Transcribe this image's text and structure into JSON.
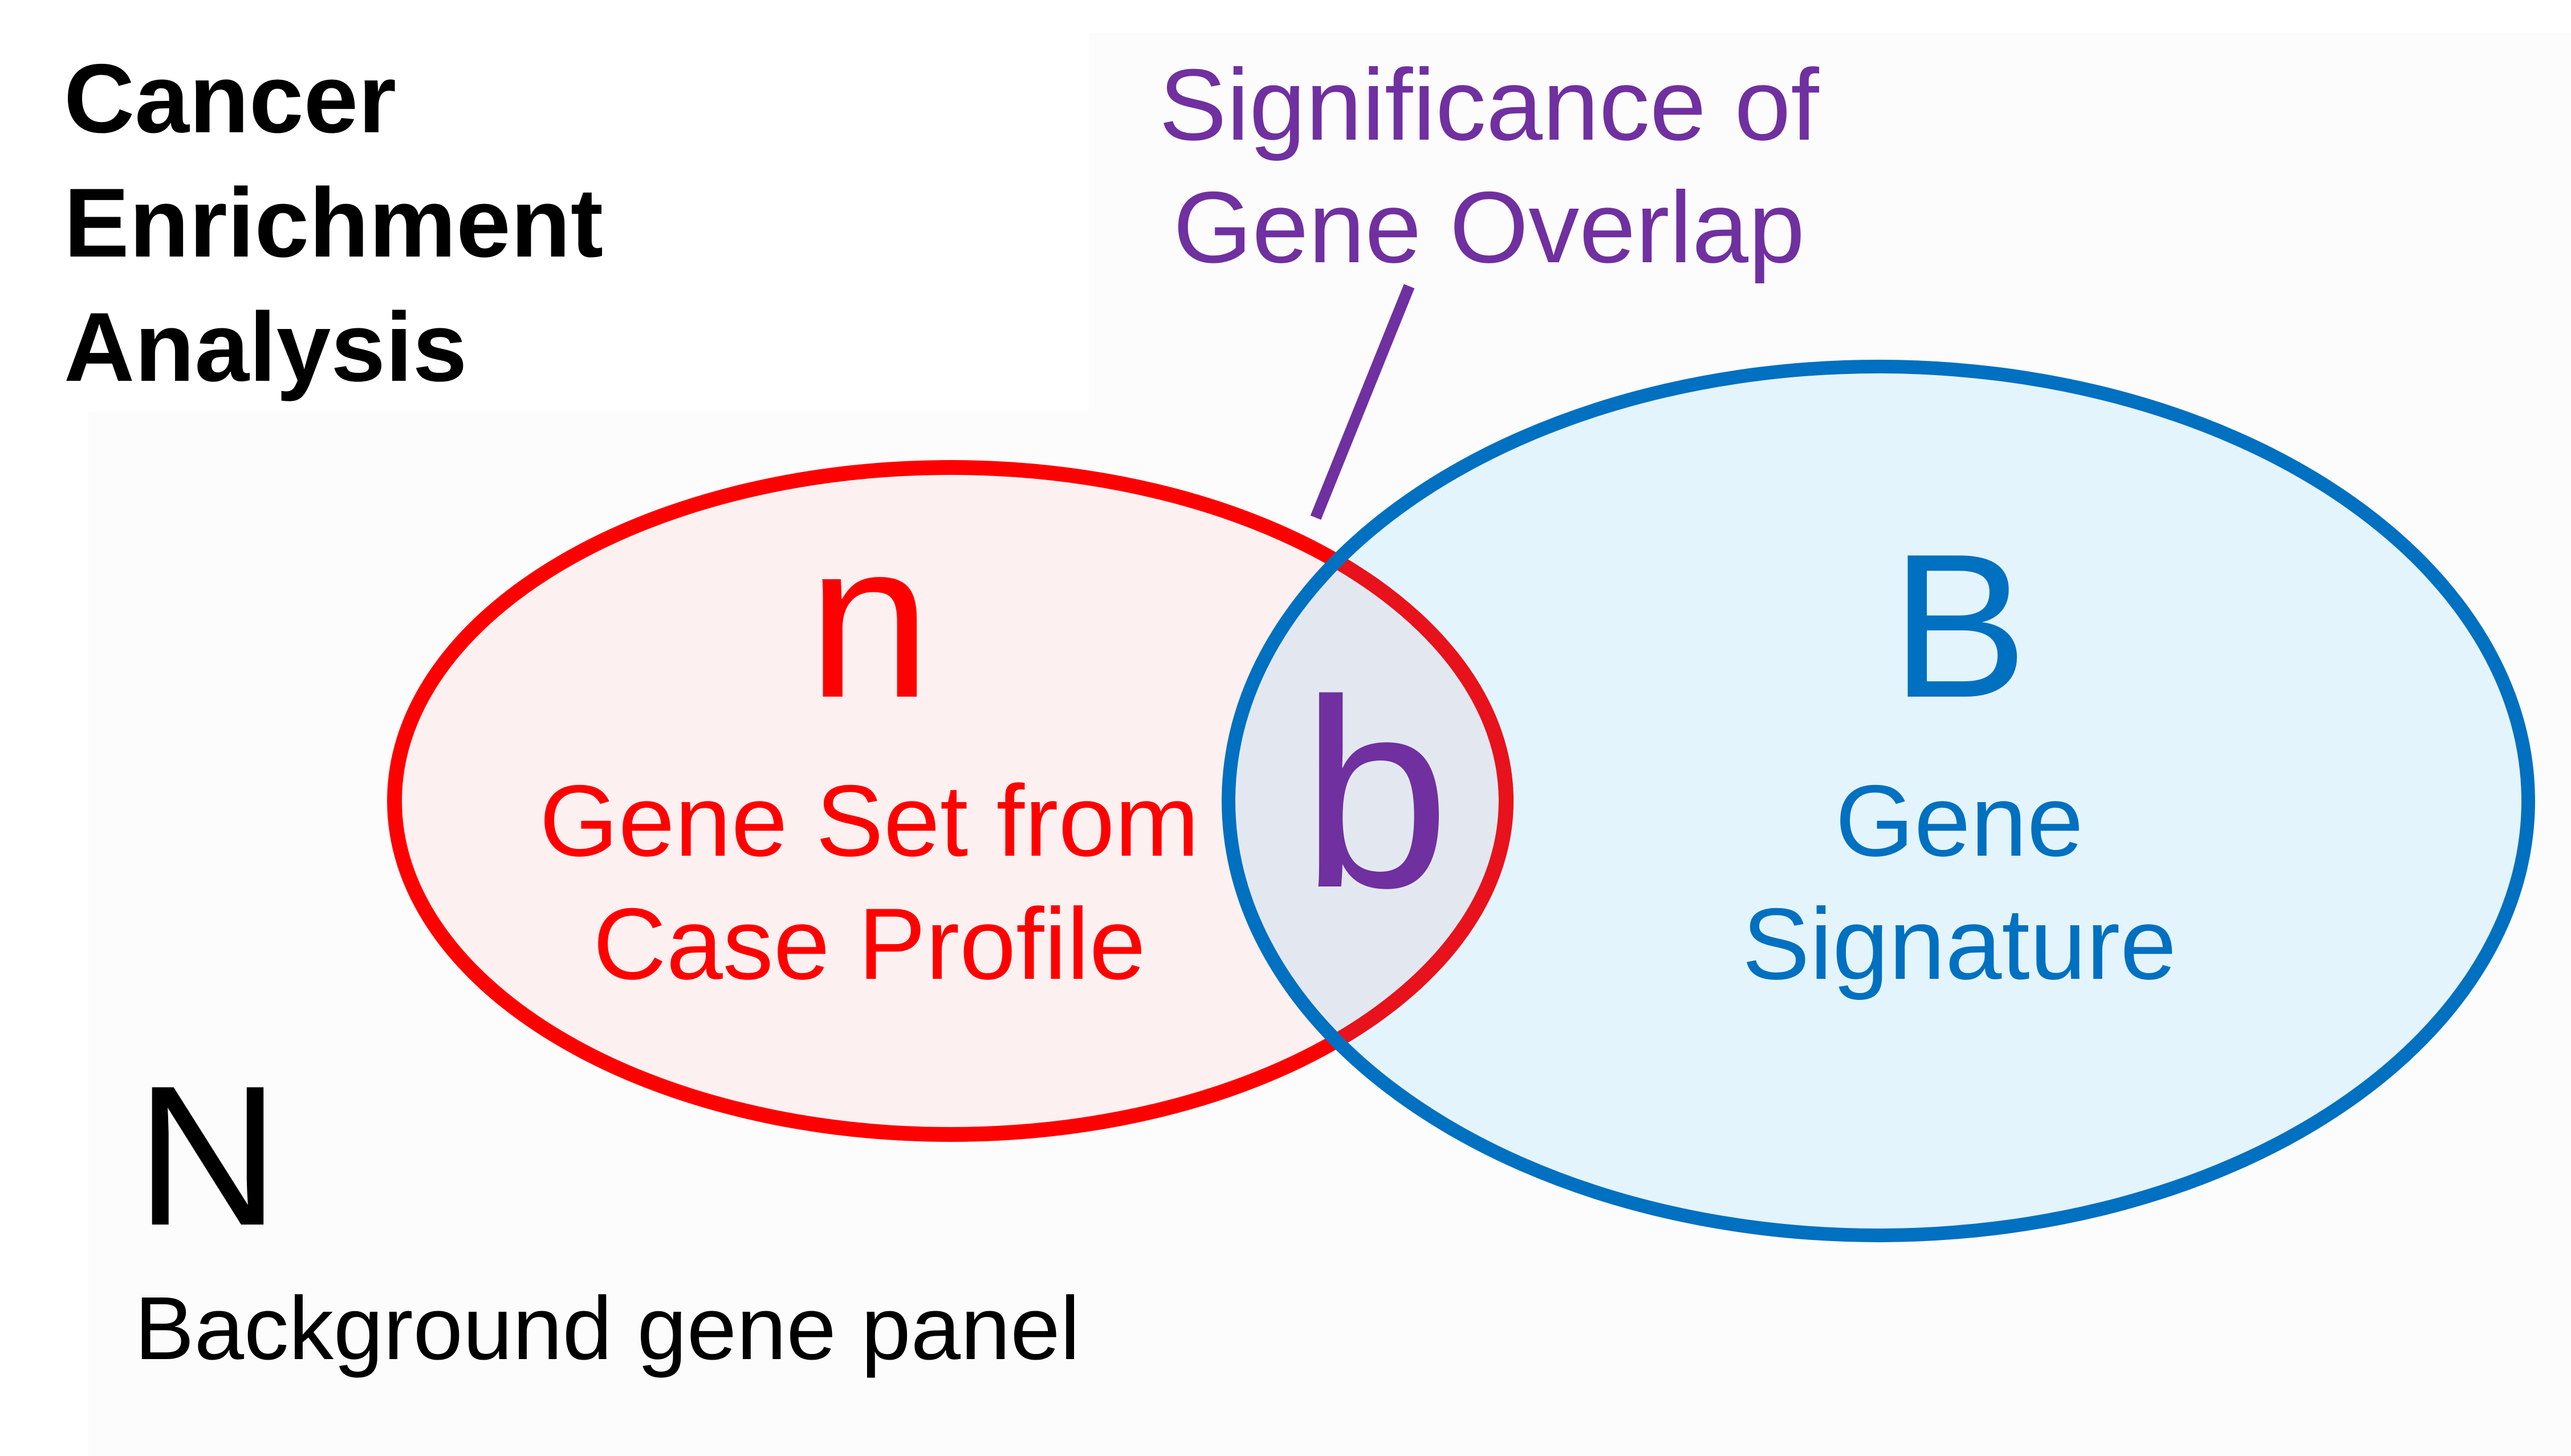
{
  "title": {
    "lines": [
      "Cancer",
      "Enrichment",
      "Analysis"
    ]
  },
  "callout": {
    "lines": [
      "Significance of",
      "Gene Overlap"
    ]
  },
  "sets": {
    "case": {
      "symbol": "n",
      "lines": [
        "Gene Set from",
        "Case Profile"
      ]
    },
    "overlap": {
      "symbol": "b"
    },
    "signature": {
      "symbol": "B",
      "lines": [
        "Gene",
        "Signature"
      ]
    }
  },
  "background": {
    "symbol": "N",
    "label": "Background gene panel"
  },
  "colors": {
    "page_bg": "#ffffff",
    "panel_bg": "#fcfcfc",
    "case_stroke": "#ff0000",
    "case_fill": "#fdf0f0",
    "signature_stroke": "#0070c0",
    "signature_fill": "#e3f4fc",
    "overlap_fill": "#e3e8f0",
    "overlap_accent": "#7030a0",
    "text_dark": "#000000"
  }
}
